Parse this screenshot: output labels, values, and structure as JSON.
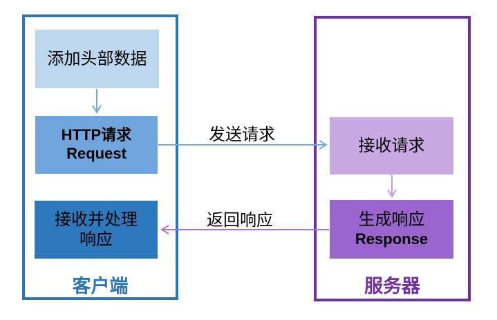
{
  "diagram": {
    "client": {
      "label": "客户端",
      "add_header_box": "添加头部数据",
      "http_request_box": {
        "line1": "HTTP请求",
        "line2": "Request"
      },
      "receive_process_box": {
        "line1": "接收并处理",
        "line2": "响应"
      }
    },
    "server": {
      "label": "服务器",
      "receive_request_box": "接收请求",
      "generate_response_box": {
        "line1": "生成响应",
        "line2": "Response"
      }
    },
    "flows": {
      "send_request_label": "发送请求",
      "return_response_label": "返回响应"
    },
    "colors": {
      "client_frame_border": "#2E75B6",
      "client_label_text": "#2E75B6",
      "add_header_fill": "#BDD7EE",
      "http_request_fill": "#6FA5DC",
      "receive_process_fill": "#2E78BE",
      "server_frame_border": "#7030A0",
      "server_label_text": "#7030A0",
      "receive_request_fill": "#C9A9E4",
      "generate_response_fill": "#9B65CF",
      "blue_arrow": "#74A9DD",
      "purple_arrow": "#A873D6",
      "purple_arrow_light": "#C09DE6"
    }
  }
}
